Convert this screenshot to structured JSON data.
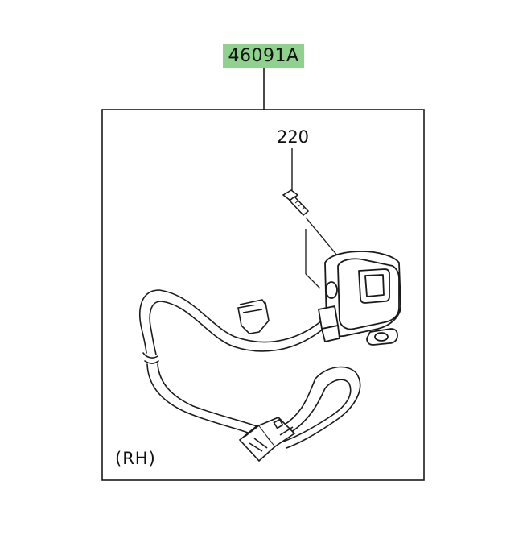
{
  "diagram": {
    "part_number": "46091A",
    "screw_ref": "220",
    "side": "(RH)",
    "highlight_color": "#8ed28e",
    "line_color": "#1a1a1a"
  }
}
